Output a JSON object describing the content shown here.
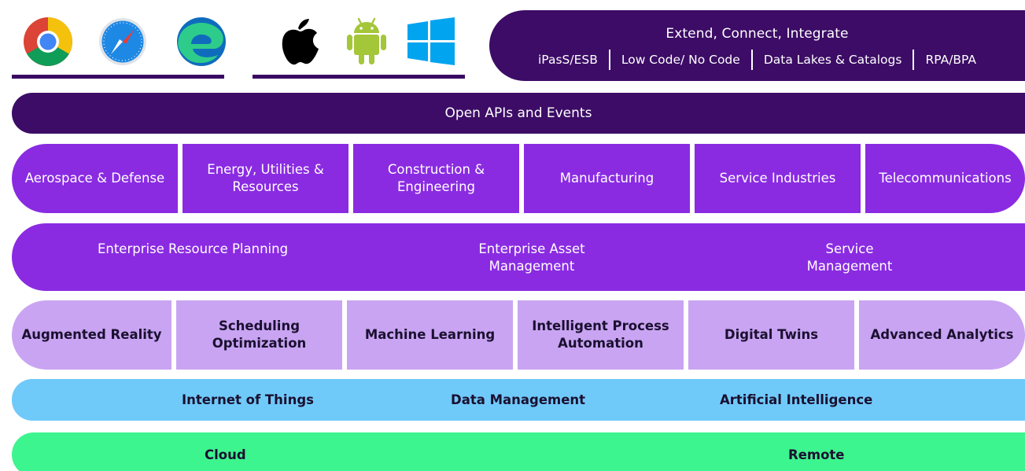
{
  "platforms": {
    "browsers": [
      "chrome-icon",
      "safari-icon",
      "edge-icon"
    ],
    "os": [
      "apple-icon",
      "android-icon",
      "windows-icon"
    ],
    "colors": {
      "underline": "#3a0a62"
    }
  },
  "extend": {
    "title": "Extend, Connect, Integrate",
    "items": [
      "iPasS/ESB",
      "Low Code/ No Code",
      "Data Lakes & Catalogs",
      "RPA/BPA"
    ]
  },
  "apis": {
    "label": "Open APIs and Events"
  },
  "industries": [
    "Aerospace & Defense",
    "Energy, Utilities & Resources",
    "Construction & Engineering",
    "Manufacturing",
    "Service Industries",
    "Telecommunications"
  ],
  "enterprise": [
    "Enterprise Resource Planning",
    "Enterprise Asset Management",
    "Service Management"
  ],
  "technologies": [
    "Augmented Reality",
    "Scheduling Optimization",
    "Machine Learning",
    "Intelligent Process Automation",
    "Digital Twins",
    "Advanced Analytics"
  ],
  "data_layer": [
    "Internet of Things",
    "Data Management",
    "Artificial Intelligence"
  ],
  "infrastructure": [
    "Cloud",
    "Remote"
  ],
  "colors": {
    "dark_purple": "#3c0c66",
    "purple": "#8a2be2",
    "lavender": "#c9a4f2",
    "sky_blue": "#6fcafa",
    "green": "#3df58e"
  }
}
